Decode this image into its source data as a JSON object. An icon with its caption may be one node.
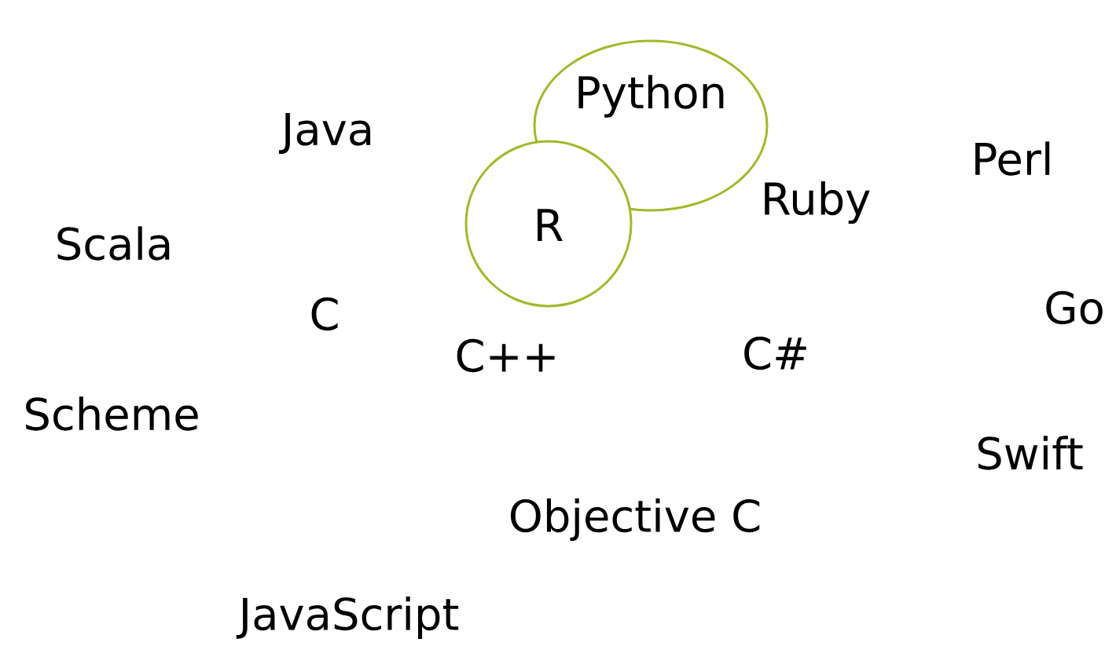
{
  "diagram": {
    "nodes": [
      {
        "text": [
          "Python"
        ]
      },
      {
        "text": [
          "R"
        ]
      }
    ],
    "labels": [
      "Java",
      "Perl",
      "Ruby",
      "Scala",
      "Go",
      "C",
      "C#",
      "C++",
      "Scheme",
      "Swift",
      "Objective C",
      "JavaScript"
    ]
  }
}
